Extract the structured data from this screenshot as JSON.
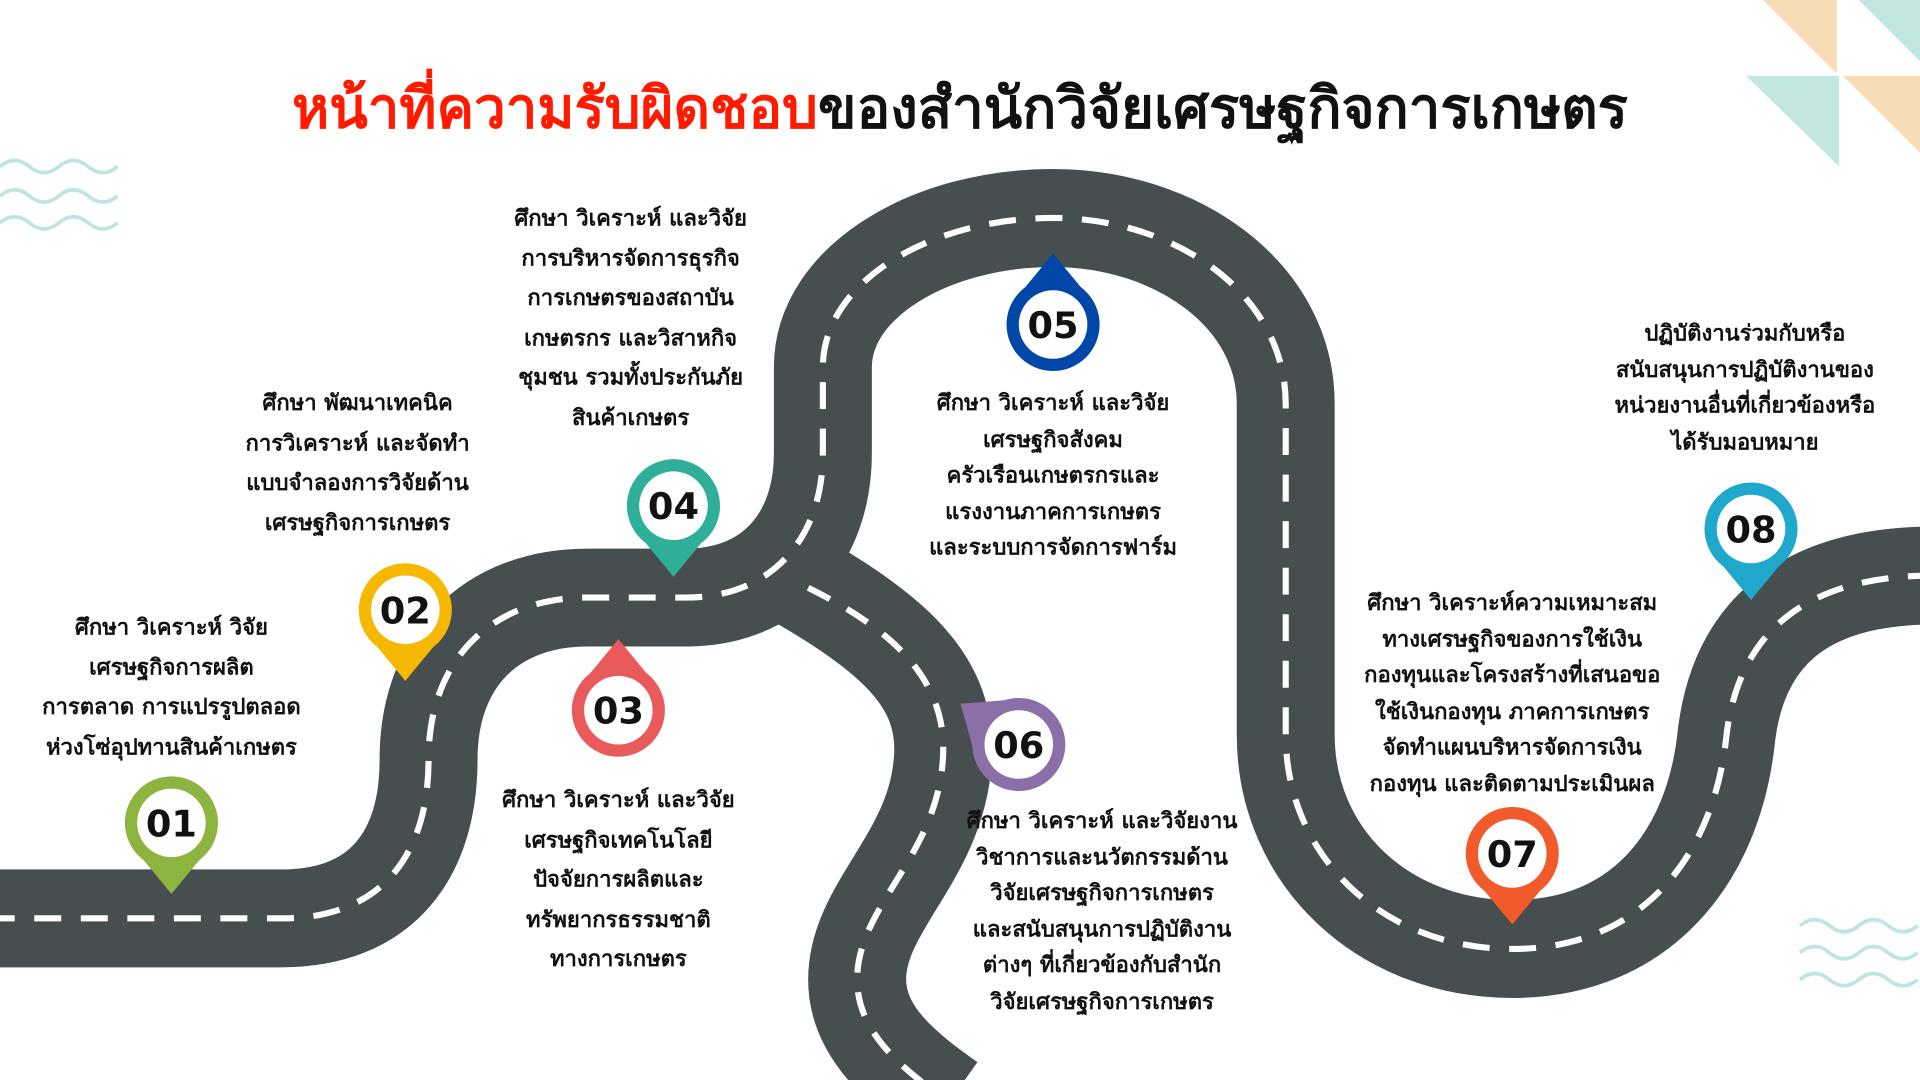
{
  "title": {
    "highlight": "หน้าที่ความรับผิดชอบ",
    "rest": "ของสำนักวิจัยเศรษฐกิจการเกษตร",
    "highlight_color": "#ff1a00"
  },
  "road_color": "#474e4f",
  "steps": [
    {
      "number": "01",
      "color": "#8db43e",
      "lines": [
        "ศึกษา วิเคราะห์ วิจัย",
        "เศรษฐกิจการผลิต",
        "การตลาด การแปรรูปตลอด",
        "ห่วงโซ่อุปทานสินค้าเกษตร"
      ]
    },
    {
      "number": "02",
      "color": "#f6b800",
      "lines": [
        "ศึกษา พัฒนาเทคนิค",
        "การวิเคราะห์ และจัดทำ",
        "แบบจำลองการวิจัยด้าน",
        "เศรษฐกิจการเกษตร"
      ]
    },
    {
      "number": "03",
      "color": "#e95a5a",
      "lines": [
        "ศึกษา วิเคราะห์ และวิจัย",
        "เศรษฐกิจเทคโนโลยี",
        "ปัจจัยการผลิตและ",
        "ทรัพยากรธรรมชาติ",
        "ทางการเกษตร"
      ]
    },
    {
      "number": "04",
      "color": "#2fae98",
      "lines": [
        "ศึกษา วิเคราะห์ และวิจัย",
        "การบริหารจัดการธุรกิจ",
        "การเกษตรของสถาบัน",
        "เกษตรกร และวิสาหกิจ",
        "ชุมชน รวมทั้งประกันภัย",
        "สินค้าเกษตร"
      ]
    },
    {
      "number": "05",
      "color": "#0047a8",
      "lines": [
        "ศึกษา วิเคราะห์ และวิจัย",
        "เศรษฐกิจสังคม",
        "ครัวเรือนเกษตรกรและ",
        "แรงงานภาคการเกษตร",
        "และระบบการจัดการฟาร์ม"
      ]
    },
    {
      "number": "06",
      "color": "#8a6fa8",
      "lines": [
        "ศึกษา วิเคราะห์ และวิจัยงาน",
        "วิชาการและนวัตกรรมด้าน",
        "วิจัยเศรษฐกิจการเกษตร",
        "และสนับสนุนการปฏิบัติงาน",
        "ต่างๆ ที่เกี่ยวข้องกับสำนัก",
        "วิจัยเศรษฐกิจการเกษตร"
      ]
    },
    {
      "number": "07",
      "color": "#f15a2b",
      "lines": [
        "ศึกษา วิเคราะห์ความเหมาะสม",
        "ทางเศรษฐกิจของการใช้เงิน",
        "กองทุนและโครงสร้างที่เสนอขอ",
        "ใช้เงินกองทุน ภาคการเกษตร",
        "จัดทำแผนบริหารจัดการเงิน",
        "กองทุน และติดตามประเมินผล"
      ]
    },
    {
      "number": "08",
      "color": "#1fa8cc",
      "lines": [
        "ปฏิบัติงานร่วมกับหรือ",
        "สนับสนุนการปฏิบัติงานของ",
        "หน่วยงานอื่นที่เกี่ยวข้องหรือ",
        "ได้รับมอบหมาย"
      ]
    }
  ]
}
